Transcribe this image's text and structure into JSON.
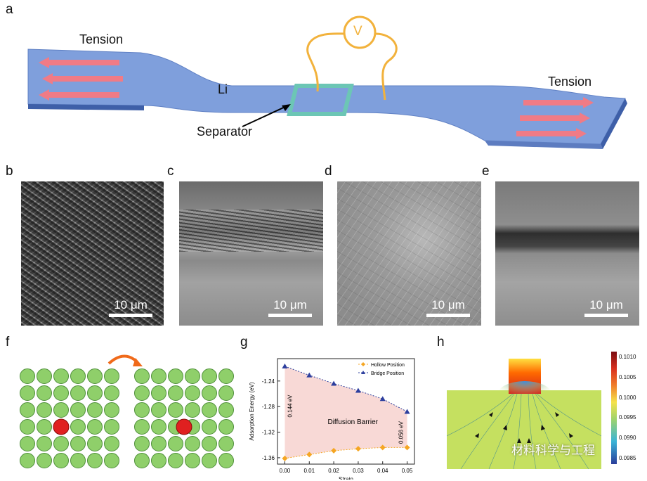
{
  "panels": {
    "a": {
      "letter": "a",
      "tension_left": "Tension",
      "tension_right": "Tension",
      "li_label": "Li",
      "separator_label": "Separator",
      "voltmeter_label": "V"
    },
    "b": {
      "letter": "b",
      "scale": "10 μm"
    },
    "c": {
      "letter": "c",
      "scale": "10 μm"
    },
    "d": {
      "letter": "d",
      "scale": "10 μm"
    },
    "e": {
      "letter": "e",
      "scale": "10 μm"
    },
    "f": {
      "letter": "f"
    },
    "g": {
      "letter": "g"
    },
    "h": {
      "letter": "h",
      "colorbar_ticks": [
        "0.1010",
        "0.1005",
        "0.1000",
        "0.0995",
        "0.0990",
        "0.0985"
      ],
      "watermark": "材料科学与工程"
    }
  },
  "chart_data": {
    "type": "line",
    "xlabel": "Strain",
    "ylabel": "Adsorption Energy (eV)",
    "x": [
      0.0,
      0.01,
      0.02,
      0.03,
      0.04,
      0.05
    ],
    "x_tick_labels": [
      "0.00",
      "0.01",
      "0.02",
      "0.03",
      "0.04",
      "0.05"
    ],
    "y_tick_values": [
      -1.24,
      -1.28,
      -1.32,
      -1.36
    ],
    "y_tick_labels": [
      "-1.24",
      "-1.28",
      "-1.32",
      "-1.36"
    ],
    "ylim": [
      -1.37,
      -1.205
    ],
    "xlim": [
      -0.003,
      0.053
    ],
    "series": [
      {
        "name": "Hollow Position",
        "values": [
          -1.361,
          -1.355,
          -1.349,
          -1.346,
          -1.344,
          -1.344
        ],
        "color": "#f5a623",
        "marker": "diamond"
      },
      {
        "name": "Bridge Position",
        "values": [
          -1.217,
          -1.231,
          -1.244,
          -1.255,
          -1.268,
          -1.288
        ],
        "color": "#2d3f9e",
        "marker": "triangle"
      }
    ],
    "annotations": {
      "left_gap": "0.144 eV",
      "right_gap": "0.056 eV",
      "fill_label": "Diffusion Barrier"
    },
    "legend_position": "top-right",
    "fill_color": "#f8d9d6"
  },
  "colors": {
    "li_strip": "#7f9fdc",
    "arrow": "#f07b86",
    "separator": "#6cc6b5",
    "wire": "#f2b23c"
  }
}
